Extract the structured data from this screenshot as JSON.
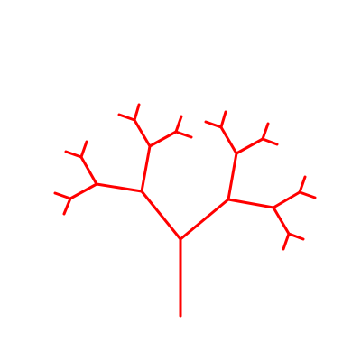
{
  "figure": {
    "kind": "fractal-binary-tree",
    "background_color": "#ffffff",
    "stroke_color": "#ff0000",
    "depth_levels": 5,
    "branches_per_node": 2
  }
}
